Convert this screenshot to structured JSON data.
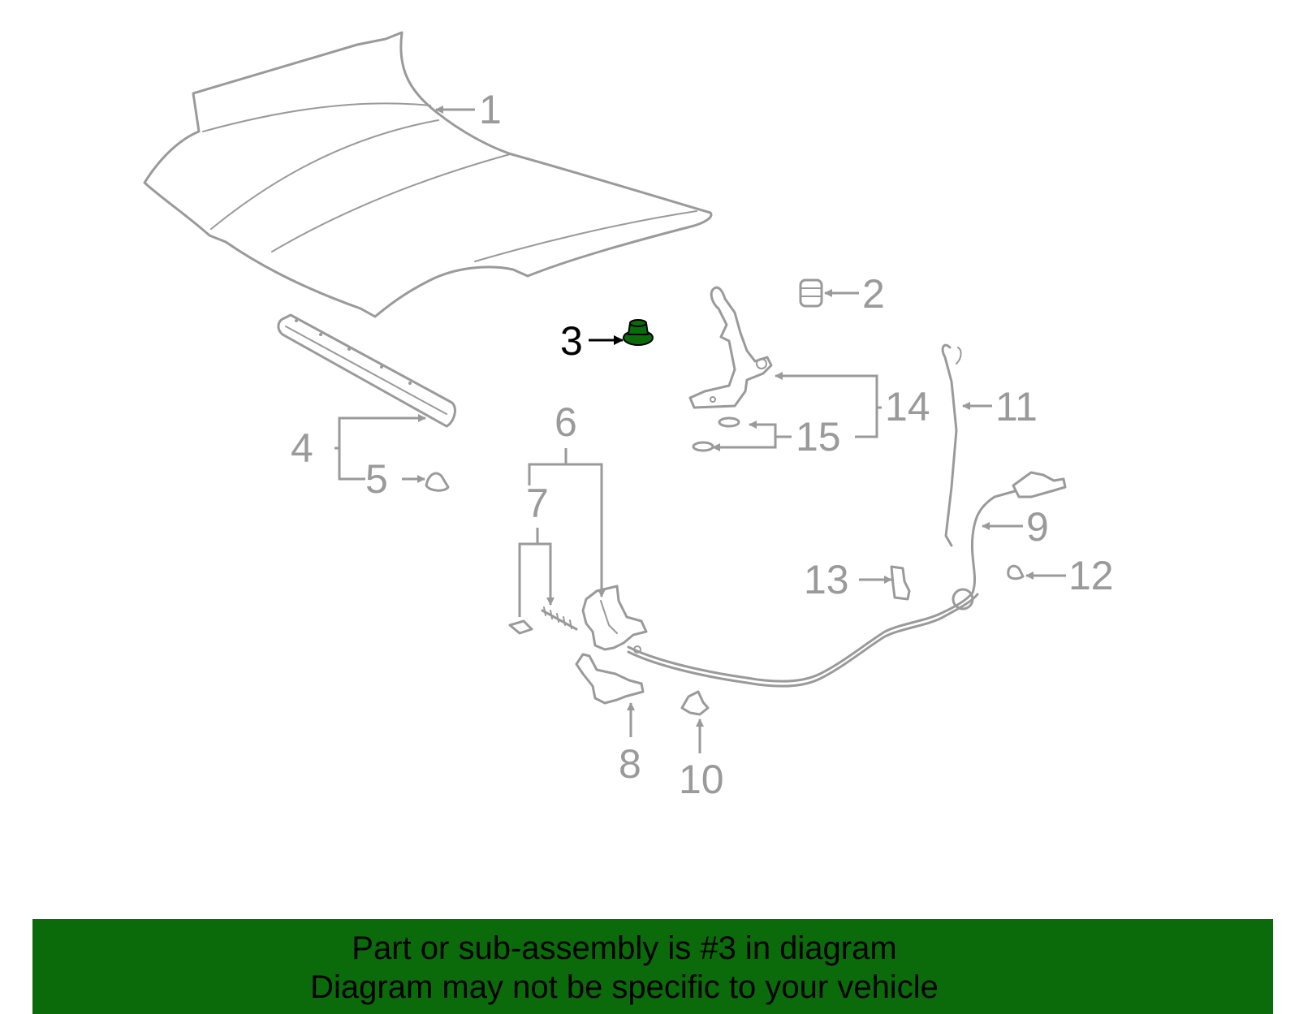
{
  "diagram": {
    "highlight_color": "#0b6b0b",
    "line_color": "#9a9a9a",
    "highlighted_part": "3",
    "callouts": {
      "c1": "1",
      "c2": "2",
      "c3": "3",
      "c4": "4",
      "c5": "5",
      "c6": "6",
      "c7": "7",
      "c8": "8",
      "c9": "9",
      "c10": "10",
      "c11": "11",
      "c12": "12",
      "c13": "13",
      "c14": "14",
      "c15": "15"
    }
  },
  "banner": {
    "line1": "Part or sub-assembly is #3 in diagram",
    "line2": "Diagram may not be specific to your vehicle"
  }
}
